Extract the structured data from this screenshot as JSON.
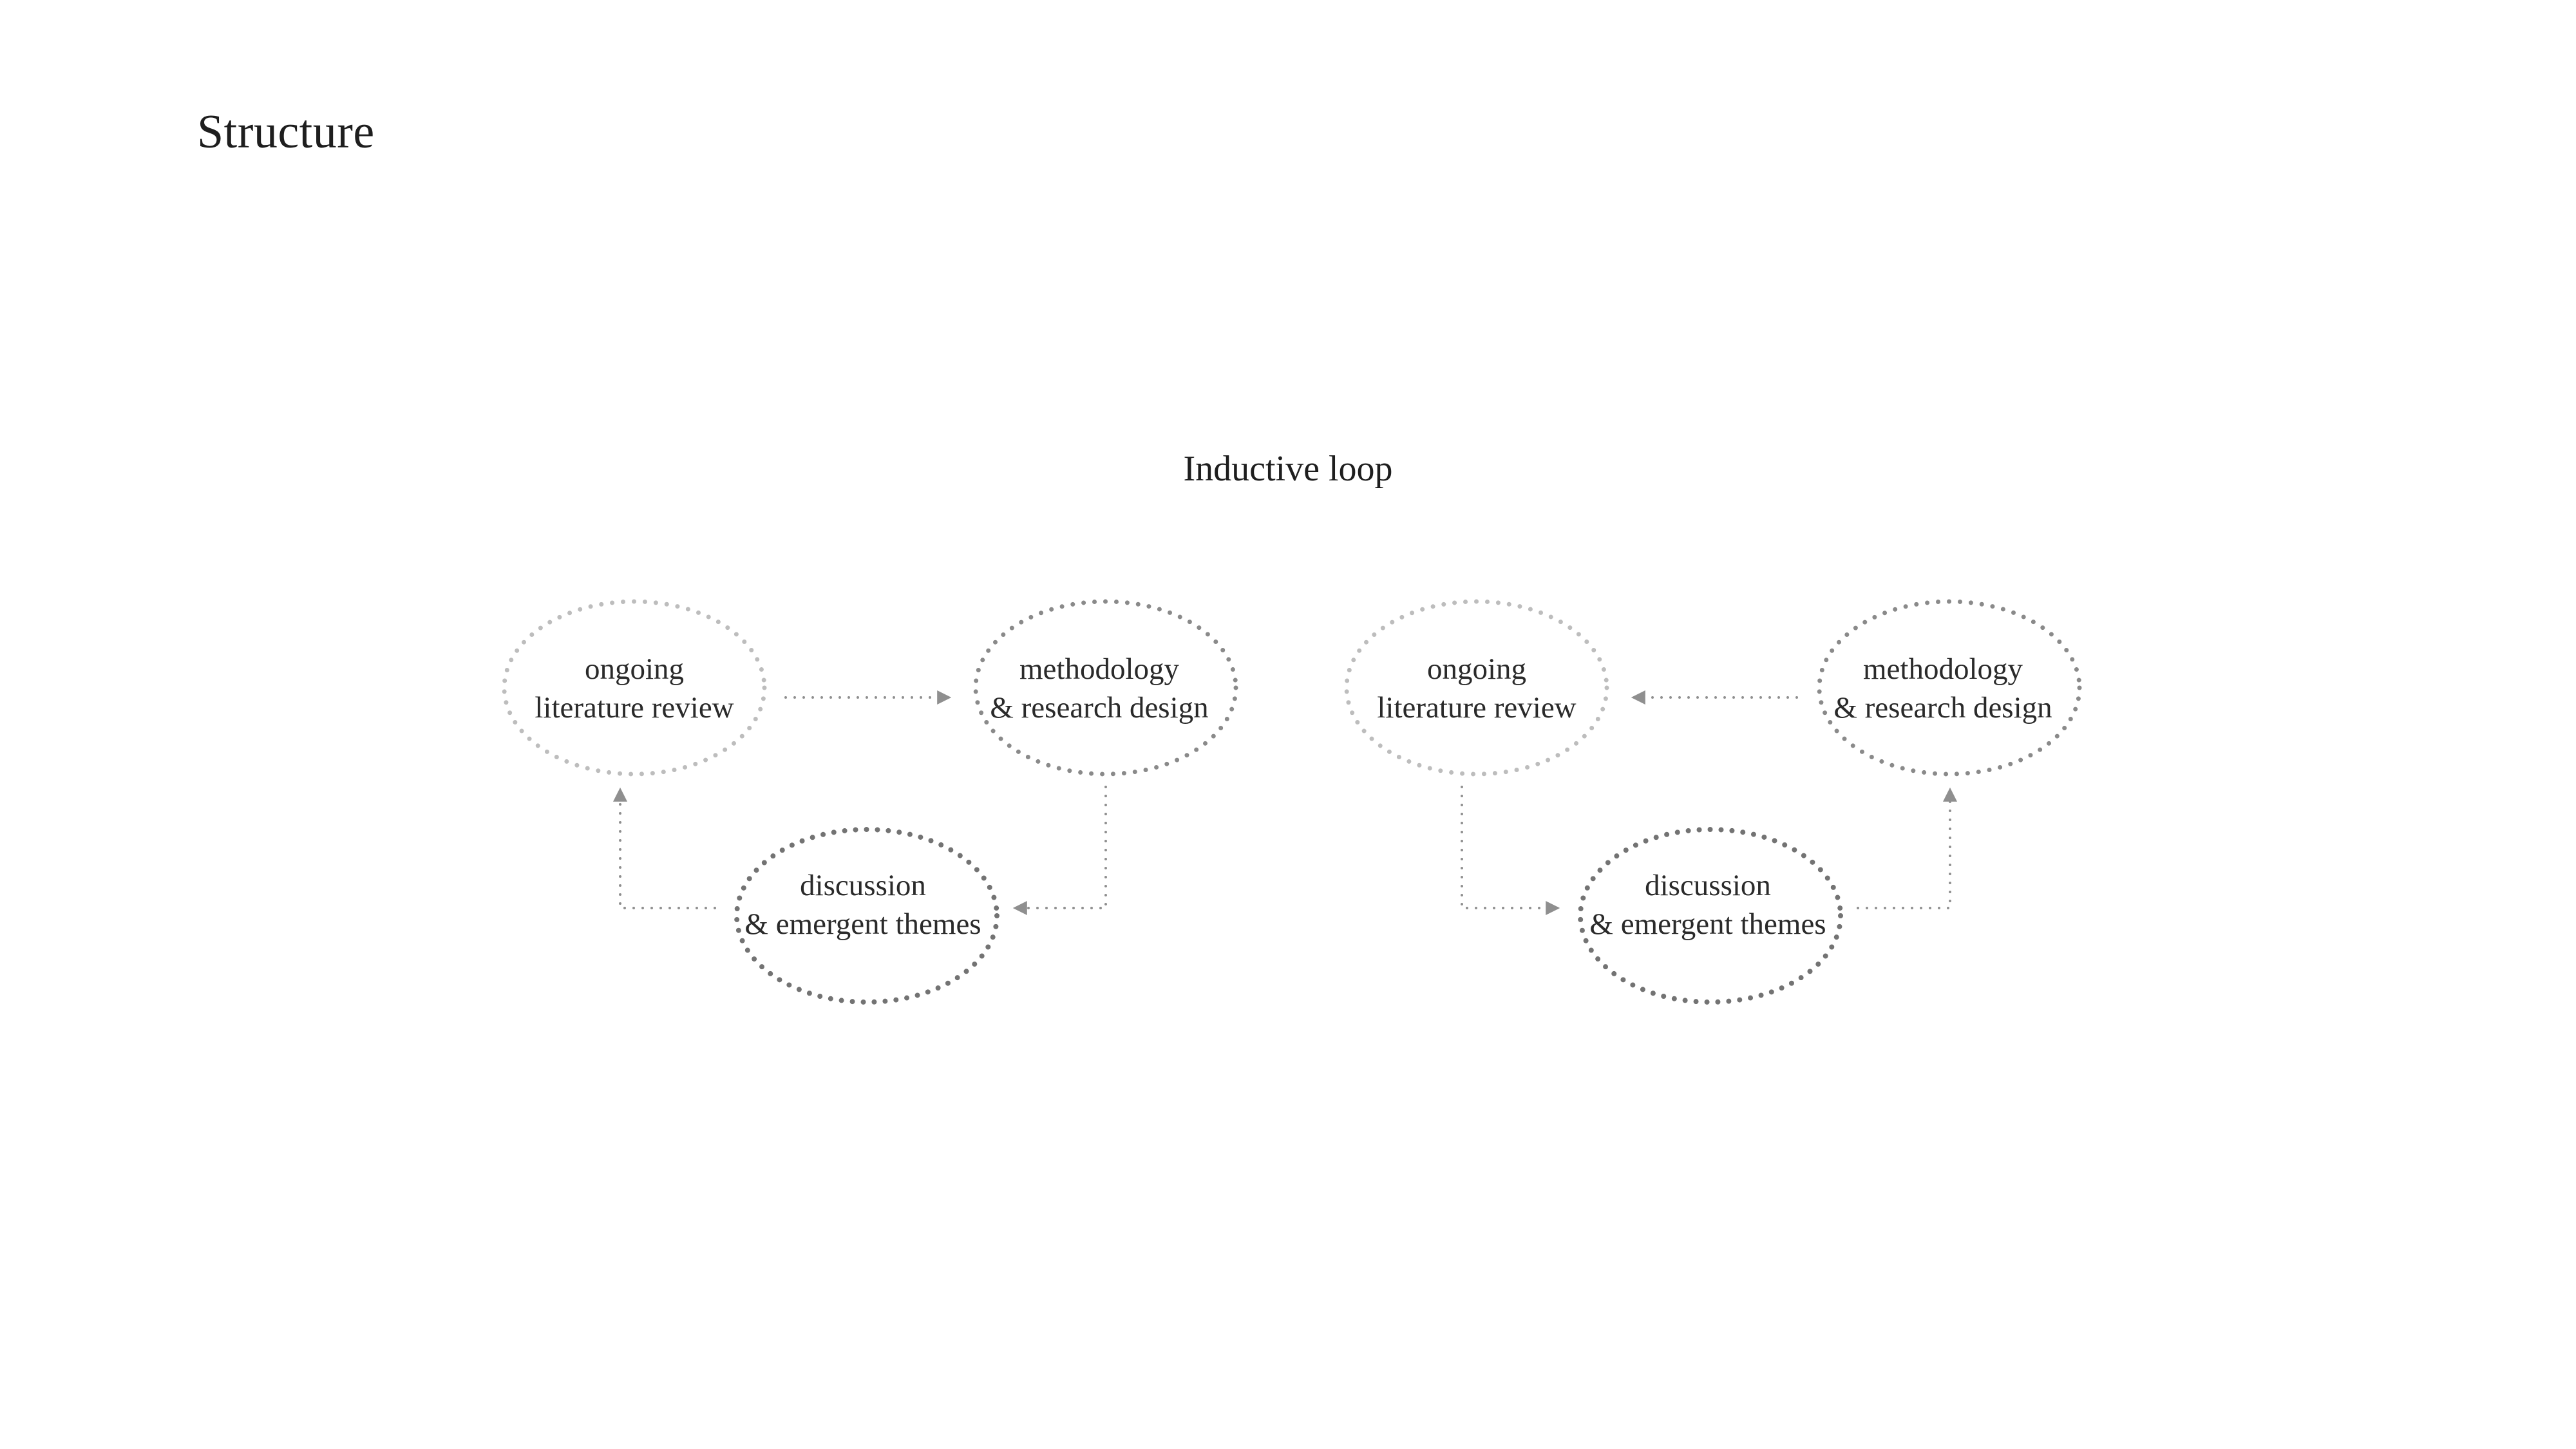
{
  "page": {
    "title": "Structure"
  },
  "diagram": {
    "title": "Inductive loop",
    "colors": {
      "ellipse_light": "#bdbdbd",
      "ellipse_mid": "#8a8a8a",
      "ellipse_dark": "#737373",
      "arrow": "#8f8f8f"
    },
    "loops": [
      {
        "direction": "clockwise",
        "nodes": {
          "literature": {
            "line1": "ongoing",
            "line2": "literature review"
          },
          "methodology": {
            "line1": "methodology",
            "line2": "& research design"
          },
          "discussion": {
            "line1": "discussion",
            "line2": "& emergent themes"
          }
        }
      },
      {
        "direction": "counter-clockwise",
        "nodes": {
          "literature": {
            "line1": "ongoing",
            "line2": "literature review"
          },
          "methodology": {
            "line1": "methodology",
            "line2": "& research design"
          },
          "discussion": {
            "line1": "discussion",
            "line2": "& emergent themes"
          }
        }
      }
    ]
  }
}
